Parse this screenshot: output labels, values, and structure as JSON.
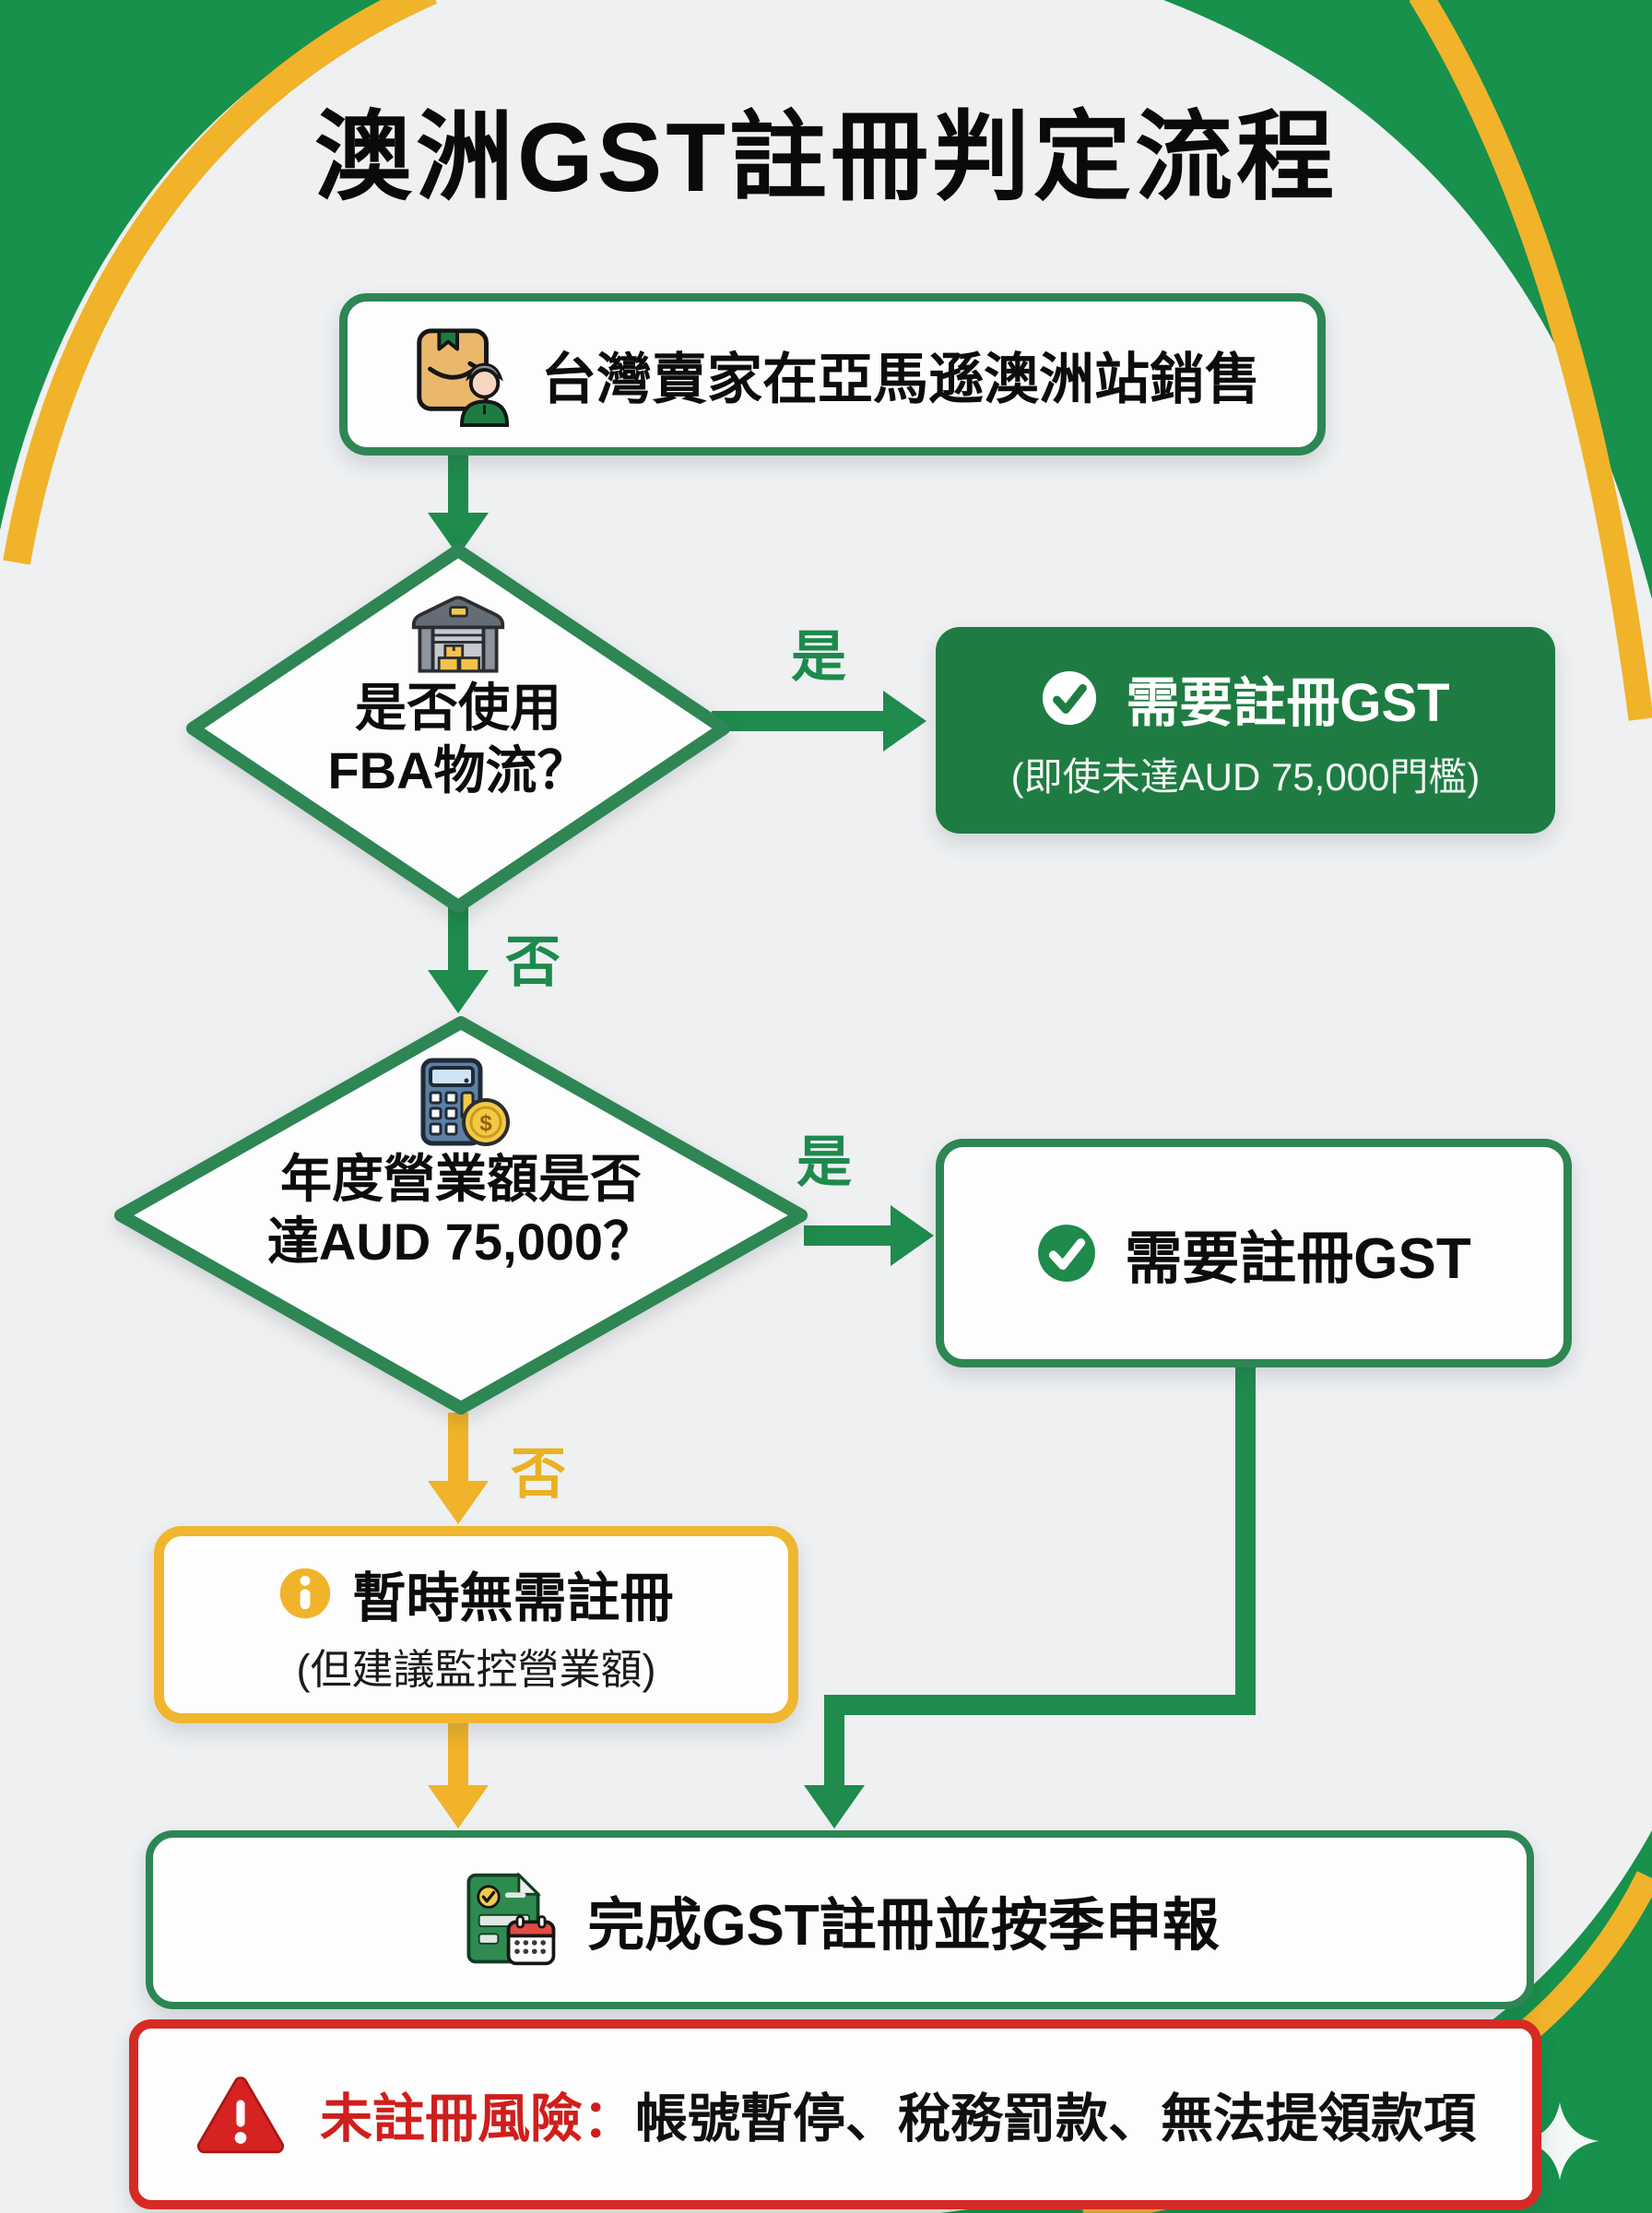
{
  "page": {
    "title": "澳洲GST註冊判定流程"
  },
  "flow": {
    "start": {
      "label": "台灣賣家在亞馬遜澳洲站銷售",
      "icon": "seller-package-icon"
    },
    "decision_fba": {
      "line1": "是否使用",
      "line2": "FBA物流？",
      "icon": "warehouse-icon",
      "yes_label": "是",
      "no_label": "否"
    },
    "result_fba_yes": {
      "title": "需要註冊GST",
      "subtitle": "(即使未達AUD 75,000門檻)",
      "icon": "check-circle-icon"
    },
    "decision_revenue": {
      "line1": "年度營業額是否",
      "line2": "達AUD 75,000？",
      "icon": "calculator-coin-icon",
      "yes_label": "是",
      "no_label": "否"
    },
    "result_revenue_yes": {
      "title": "需要註冊GST",
      "icon": "check-circle-icon"
    },
    "result_no_need": {
      "title": "暫時無需註冊",
      "subtitle": "(但建議監控營業額)",
      "icon": "info-circle-icon"
    },
    "final": {
      "label": "完成GST註冊並按季申報",
      "icon": "document-calendar-icon"
    },
    "warning": {
      "prefix": "未註冊風險：",
      "items": "帳號暫停、稅務罰款、無法提領款項",
      "icon": "warning-triangle-icon"
    }
  },
  "colors": {
    "background": "#eef0f2",
    "green_fill": "#1e7c42",
    "green_border": "#2d8653",
    "green_arrow": "#1f8b4d",
    "corner_green": "#17914c",
    "yellow": "#f0b32a",
    "red": "#d62a24",
    "text": "#0c0c0c",
    "white": "#ffffff"
  }
}
